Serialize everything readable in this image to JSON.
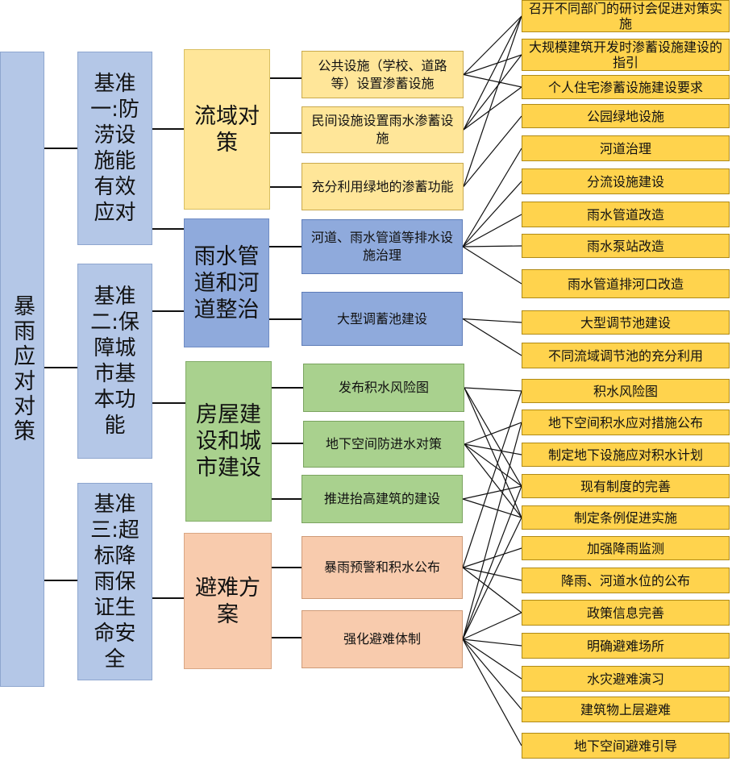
{
  "root": "暴雨应对对策",
  "criteria": [
    {
      "label": "基准一:防涝设施能有效应对"
    },
    {
      "label": "基准二:保障城市基本功能"
    },
    {
      "label": "基准三:超标降雨保证生命安全"
    }
  ],
  "strategies": [
    {
      "label": "流域对策"
    },
    {
      "label": "雨水管道和河道整治"
    },
    {
      "label": "房屋建设和城市建设"
    },
    {
      "label": "避难方案"
    }
  ],
  "measures": [
    {
      "label": "公共设施（学校、道路等）设置渗蓄设施"
    },
    {
      "label": "民间设施设置雨水渗蓄设施"
    },
    {
      "label": "充分利用绿地的渗蓄功能"
    },
    {
      "label": "河道、雨水管道等排水设施治理"
    },
    {
      "label": "大型调蓄池建设"
    },
    {
      "label": "发布积水风险图"
    },
    {
      "label": "地下空间防进水对策"
    },
    {
      "label": "推进抬高建筑的建设"
    },
    {
      "label": "暴雨预警和积水公布"
    },
    {
      "label": "强化避难体制"
    }
  ],
  "actions": [
    {
      "label": "召开不同部门的研讨会促进对策实施"
    },
    {
      "label": "大规模建筑开发时渗蓄设施建设的指引"
    },
    {
      "label": "个人住宅渗蓄设施建设要求"
    },
    {
      "label": "公园绿地设施"
    },
    {
      "label": "河道治理"
    },
    {
      "label": "分流设施建设"
    },
    {
      "label": "雨水管道改造"
    },
    {
      "label": "雨水泵站改造"
    },
    {
      "label": "雨水管道排河口改造"
    },
    {
      "label": "大型调节池建设"
    },
    {
      "label": "不同流域调节池的充分利用"
    },
    {
      "label": "积水风险图"
    },
    {
      "label": "地下空间积水应对措施公布"
    },
    {
      "label": "制定地下设施应对积水计划"
    },
    {
      "label": "现有制度的完善"
    },
    {
      "label": "制定条例促进实施"
    },
    {
      "label": "加强降雨监测"
    },
    {
      "label": "降雨、河道水位的公布"
    },
    {
      "label": "政策信息完善"
    },
    {
      "label": "明确避难场所"
    },
    {
      "label": "水灾避难演习"
    },
    {
      "label": "建筑物上层避难"
    },
    {
      "label": "地下空间避难引导"
    }
  ],
  "links": [
    [
      0,
      0
    ],
    [
      0,
      1
    ],
    [
      0,
      2
    ],
    [
      1,
      0
    ],
    [
      1,
      1
    ],
    [
      1,
      2
    ],
    [
      2,
      0
    ],
    [
      2,
      3
    ],
    [
      3,
      4
    ],
    [
      3,
      5
    ],
    [
      3,
      6
    ],
    [
      3,
      7
    ],
    [
      3,
      8
    ],
    [
      4,
      9
    ],
    [
      4,
      10
    ],
    [
      5,
      11
    ],
    [
      5,
      14
    ],
    [
      5,
      15
    ],
    [
      6,
      12
    ],
    [
      6,
      13
    ],
    [
      6,
      14
    ],
    [
      6,
      15
    ],
    [
      7,
      14
    ],
    [
      7,
      15
    ],
    [
      8,
      11
    ],
    [
      8,
      16
    ],
    [
      8,
      17
    ],
    [
      8,
      18
    ],
    [
      9,
      12
    ],
    [
      9,
      14
    ],
    [
      9,
      15
    ],
    [
      9,
      18
    ],
    [
      9,
      19
    ],
    [
      9,
      20
    ],
    [
      9,
      21
    ],
    [
      9,
      22
    ]
  ]
}
